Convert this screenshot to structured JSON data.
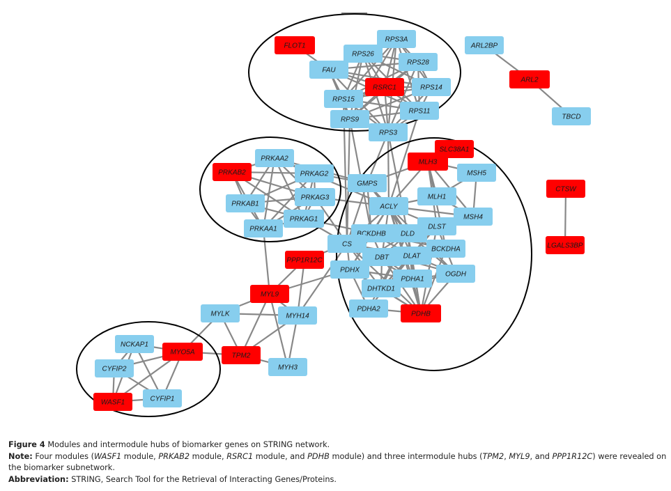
{
  "colors": {
    "hub": "#ff0000",
    "node": "#87ceee",
    "edge": "#888888",
    "module_outline": "#000000"
  },
  "network": {
    "nodes": [
      {
        "id": "FLOT1",
        "type": "hub"
      },
      {
        "id": "RPS3A",
        "type": "node"
      },
      {
        "id": "RPS26",
        "type": "node"
      },
      {
        "id": "RPS28",
        "type": "node"
      },
      {
        "id": "FAU",
        "type": "node"
      },
      {
        "id": "RSRC1",
        "type": "hub"
      },
      {
        "id": "RPS14",
        "type": "node"
      },
      {
        "id": "RPS15",
        "type": "node"
      },
      {
        "id": "RPS11",
        "type": "node"
      },
      {
        "id": "RPS9",
        "type": "node"
      },
      {
        "id": "RPS3",
        "type": "node"
      },
      {
        "id": "ARL2BP",
        "type": "node"
      },
      {
        "id": "ARL2",
        "type": "hub"
      },
      {
        "id": "TBCD",
        "type": "node"
      },
      {
        "id": "SLC38A1",
        "type": "hub"
      },
      {
        "id": "MLH3",
        "type": "hub"
      },
      {
        "id": "MSH5",
        "type": "node"
      },
      {
        "id": "PRKAA2",
        "type": "node"
      },
      {
        "id": "PRKAB2",
        "type": "hub"
      },
      {
        "id": "PRKAG2",
        "type": "node"
      },
      {
        "id": "GMPS",
        "type": "node"
      },
      {
        "id": "CTSW",
        "type": "hub"
      },
      {
        "id": "MLH1",
        "type": "node"
      },
      {
        "id": "PRKAG3",
        "type": "node"
      },
      {
        "id": "ACLY",
        "type": "node"
      },
      {
        "id": "PRKAB1",
        "type": "node"
      },
      {
        "id": "MSH4",
        "type": "node"
      },
      {
        "id": "PRKAG1",
        "type": "node"
      },
      {
        "id": "PRKAA1",
        "type": "node"
      },
      {
        "id": "DLST",
        "type": "node"
      },
      {
        "id": "BCKDHB",
        "type": "node"
      },
      {
        "id": "DLD",
        "type": "node"
      },
      {
        "id": "CS",
        "type": "node"
      },
      {
        "id": "LGALS3BP",
        "type": "hub"
      },
      {
        "id": "BCKDHA",
        "type": "node"
      },
      {
        "id": "PPP1R12C",
        "type": "hub"
      },
      {
        "id": "DBT",
        "type": "node"
      },
      {
        "id": "DLAT",
        "type": "node"
      },
      {
        "id": "PDHX",
        "type": "node"
      },
      {
        "id": "OGDH",
        "type": "node"
      },
      {
        "id": "PDHA1",
        "type": "node"
      },
      {
        "id": "MYL9",
        "type": "hub"
      },
      {
        "id": "DHTKD1",
        "type": "node"
      },
      {
        "id": "MYLK",
        "type": "node"
      },
      {
        "id": "MYH14",
        "type": "node"
      },
      {
        "id": "PDHA2",
        "type": "node"
      },
      {
        "id": "PDHB",
        "type": "hub"
      },
      {
        "id": "NCKAP1",
        "type": "node"
      },
      {
        "id": "MYO5A",
        "type": "hub"
      },
      {
        "id": "TPM2",
        "type": "hub"
      },
      {
        "id": "CYFIP2",
        "type": "node"
      },
      {
        "id": "MYH3",
        "type": "node"
      },
      {
        "id": "CYFIP1",
        "type": "node"
      },
      {
        "id": "WASF1",
        "type": "hub"
      }
    ],
    "edges": [
      [
        "FLOT1",
        "FAU"
      ],
      [
        "ARL2BP",
        "ARL2"
      ],
      [
        "ARL2",
        "TBCD"
      ],
      [
        "CTSW",
        "LGALS3BP"
      ],
      [
        "RSRC1",
        "RPS3A"
      ],
      [
        "RSRC1",
        "RPS26"
      ],
      [
        "RSRC1",
        "RPS28"
      ],
      [
        "RSRC1",
        "FAU"
      ],
      [
        "RSRC1",
        "RPS14"
      ],
      [
        "RSRC1",
        "RPS15"
      ],
      [
        "RSRC1",
        "RPS11"
      ],
      [
        "RSRC1",
        "RPS9"
      ],
      [
        "RSRC1",
        "RPS3"
      ],
      [
        "RPS3A",
        "RPS26"
      ],
      [
        "RPS3A",
        "RPS28"
      ],
      [
        "RPS3A",
        "FAU"
      ],
      [
        "RPS3A",
        "RPS14"
      ],
      [
        "RPS3A",
        "RPS15"
      ],
      [
        "RPS3A",
        "RPS11"
      ],
      [
        "RPS3A",
        "RPS9"
      ],
      [
        "RPS3A",
        "RPS3"
      ],
      [
        "RPS26",
        "RPS28"
      ],
      [
        "RPS26",
        "FAU"
      ],
      [
        "RPS26",
        "RPS14"
      ],
      [
        "RPS26",
        "RPS15"
      ],
      [
        "RPS26",
        "RPS11"
      ],
      [
        "RPS26",
        "RPS9"
      ],
      [
        "RPS26",
        "RPS3"
      ],
      [
        "RPS28",
        "FAU"
      ],
      [
        "RPS28",
        "RPS14"
      ],
      [
        "RPS28",
        "RPS15"
      ],
      [
        "RPS28",
        "RPS11"
      ],
      [
        "RPS28",
        "RPS9"
      ],
      [
        "RPS28",
        "RPS3"
      ],
      [
        "FAU",
        "RPS14"
      ],
      [
        "FAU",
        "RPS15"
      ],
      [
        "FAU",
        "RPS11"
      ],
      [
        "FAU",
        "RPS9"
      ],
      [
        "FAU",
        "RPS3"
      ],
      [
        "RPS14",
        "RPS15"
      ],
      [
        "RPS14",
        "RPS11"
      ],
      [
        "RPS14",
        "RPS9"
      ],
      [
        "RPS14",
        "RPS3"
      ],
      [
        "RPS15",
        "RPS11"
      ],
      [
        "RPS15",
        "RPS9"
      ],
      [
        "RPS15",
        "RPS3"
      ],
      [
        "RPS11",
        "RPS9"
      ],
      [
        "RPS11",
        "RPS3"
      ],
      [
        "RPS9",
        "RPS3"
      ],
      [
        "RPS3",
        "GMPS"
      ],
      [
        "RPS3",
        "ACLY"
      ],
      [
        "RPS9",
        "CS"
      ],
      [
        "RPS9",
        "BCKDHB"
      ],
      [
        "RPS11",
        "ACLY"
      ],
      [
        "RPS15",
        "CS"
      ],
      [
        "RPS3",
        "DLD"
      ],
      [
        "PRKAB2",
        "PRKAA2"
      ],
      [
        "PRKAB2",
        "PRKAG2"
      ],
      [
        "PRKAB2",
        "PRKAG3"
      ],
      [
        "PRKAB2",
        "PRKAB1"
      ],
      [
        "PRKAB2",
        "PRKAG1"
      ],
      [
        "PRKAB2",
        "PRKAA1"
      ],
      [
        "PRKAA2",
        "PRKAG2"
      ],
      [
        "PRKAA2",
        "PRKAG3"
      ],
      [
        "PRKAA2",
        "PRKAB1"
      ],
      [
        "PRKAA2",
        "PRKAG1"
      ],
      [
        "PRKAA2",
        "PRKAA1"
      ],
      [
        "PRKAG2",
        "PRKAG3"
      ],
      [
        "PRKAG2",
        "PRKAB1"
      ],
      [
        "PRKAG2",
        "PRKAG1"
      ],
      [
        "PRKAG2",
        "PRKAA1"
      ],
      [
        "PRKAG3",
        "PRKAB1"
      ],
      [
        "PRKAG3",
        "PRKAG1"
      ],
      [
        "PRKAG3",
        "PRKAA1"
      ],
      [
        "PRKAB1",
        "PRKAG1"
      ],
      [
        "PRKAB1",
        "PRKAA1"
      ],
      [
        "PRKAG1",
        "PRKAA1"
      ],
      [
        "PRKAG2",
        "GMPS"
      ],
      [
        "PRKAG3",
        "ACLY"
      ],
      [
        "PRKAG1",
        "CS"
      ],
      [
        "PRKAA2",
        "ACLY"
      ],
      [
        "PRKAG3",
        "CS"
      ],
      [
        "PRKAA1",
        "MYL9"
      ],
      [
        "PRKAG1",
        "BCKDHB"
      ],
      [
        "PRKAA2",
        "GMPS"
      ],
      [
        "MLH3",
        "MSH5"
      ],
      [
        "MLH3",
        "MLH1"
      ],
      [
        "MLH3",
        "MSH4"
      ],
      [
        "MLH3",
        "GMPS"
      ],
      [
        "MLH3",
        "ACLY"
      ],
      [
        "MLH3",
        "DLST"
      ],
      [
        "MLH3",
        "BCKDHA"
      ],
      [
        "SLC38A1",
        "MLH3"
      ],
      [
        "MSH5",
        "MLH1"
      ],
      [
        "MSH5",
        "MSH4"
      ],
      [
        "MLH1",
        "MSH4"
      ],
      [
        "MLH1",
        "ACLY"
      ],
      [
        "GMPS",
        "ACLY"
      ],
      [
        "GMPS",
        "CS"
      ],
      [
        "GMPS",
        "DLD"
      ],
      [
        "GMPS",
        "BCKDHB"
      ],
      [
        "ACLY",
        "CS"
      ],
      [
        "ACLY",
        "DLD"
      ],
      [
        "ACLY",
        "DLST"
      ],
      [
        "ACLY",
        "BCKDHB"
      ],
      [
        "ACLY",
        "DLAT"
      ],
      [
        "ACLY",
        "DBT"
      ],
      [
        "ACLY",
        "PDHA1"
      ],
      [
        "ACLY",
        "OGDH"
      ],
      [
        "ACLY",
        "PDHB"
      ],
      [
        "ACLY",
        "PDHX"
      ],
      [
        "ACLY",
        "MSH4"
      ],
      [
        "CS",
        "DLD"
      ],
      [
        "CS",
        "DLST"
      ],
      [
        "CS",
        "DBT"
      ],
      [
        "CS",
        "DLAT"
      ],
      [
        "CS",
        "PDHX"
      ],
      [
        "CS",
        "PDHA1"
      ],
      [
        "CS",
        "PDHB"
      ],
      [
        "CS",
        "OGDH"
      ],
      [
        "CS",
        "DHTKD1"
      ],
      [
        "CS",
        "PPP1R12C"
      ],
      [
        "BCKDHB",
        "DLD"
      ],
      [
        "BCKDHB",
        "BCKDHA"
      ],
      [
        "BCKDHB",
        "DBT"
      ],
      [
        "BCKDHB",
        "DLAT"
      ],
      [
        "BCKDHB",
        "PDHX"
      ],
      [
        "DLD",
        "DLST"
      ],
      [
        "DLD",
        "BCKDHA"
      ],
      [
        "DLD",
        "DBT"
      ],
      [
        "DLD",
        "DLAT"
      ],
      [
        "DLD",
        "PDHX"
      ],
      [
        "DLD",
        "OGDH"
      ],
      [
        "DLD",
        "PDHA1"
      ],
      [
        "DLD",
        "DHTKD1"
      ],
      [
        "DLD",
        "PDHB"
      ],
      [
        "DLD",
        "PDHA2"
      ],
      [
        "DLST",
        "OGDH"
      ],
      [
        "DLST",
        "DHTKD1"
      ],
      [
        "DLST",
        "DLAT"
      ],
      [
        "DLST",
        "PDHB"
      ],
      [
        "BCKDHA",
        "DBT"
      ],
      [
        "BCKDHA",
        "DLAT"
      ],
      [
        "BCKDHA",
        "PDHB"
      ],
      [
        "DBT",
        "DLAT"
      ],
      [
        "DBT",
        "PDHX"
      ],
      [
        "DBT",
        "PDHA1"
      ],
      [
        "DBT",
        "DHTKD1"
      ],
      [
        "DBT",
        "PDHB"
      ],
      [
        "DLAT",
        "PDHX"
      ],
      [
        "DLAT",
        "PDHA1"
      ],
      [
        "DLAT",
        "PDHB"
      ],
      [
        "DLAT",
        "OGDH"
      ],
      [
        "DLAT",
        "DHTKD1"
      ],
      [
        "DLAT",
        "PDHA2"
      ],
      [
        "PDHX",
        "PDHA1"
      ],
      [
        "PDHX",
        "PDHB"
      ],
      [
        "PDHX",
        "DHTKD1"
      ],
      [
        "PDHX",
        "PDHA2"
      ],
      [
        "OGDH",
        "DHTKD1"
      ],
      [
        "OGDH",
        "PDHB"
      ],
      [
        "OGDH",
        "PDHA1"
      ],
      [
        "PDHA1",
        "PDHB"
      ],
      [
        "PDHA1",
        "DHTKD1"
      ],
      [
        "PDHA2",
        "PDHB"
      ],
      [
        "DHTKD1",
        "PDHB"
      ],
      [
        "PPP1R12C",
        "MYL9"
      ],
      [
        "PPP1R12C",
        "MYH14"
      ],
      [
        "MYL9",
        "MYLK"
      ],
      [
        "MYL9",
        "MYH14"
      ],
      [
        "MYL9",
        "TPM2"
      ],
      [
        "MYL9",
        "MYH3"
      ],
      [
        "MYL9",
        "PDHX"
      ],
      [
        "MYLK",
        "MYH14"
      ],
      [
        "MYLK",
        "TPM2"
      ],
      [
        "MYLK",
        "MYO5A"
      ],
      [
        "MYH14",
        "TPM2"
      ],
      [
        "MYH14",
        "MYH3"
      ],
      [
        "MYH14",
        "CS"
      ],
      [
        "TPM2",
        "MYH3"
      ],
      [
        "TPM2",
        "MYO5A"
      ],
      [
        "NCKAP1",
        "MYO5A"
      ],
      [
        "NCKAP1",
        "CYFIP2"
      ],
      [
        "NCKAP1",
        "CYFIP1"
      ],
      [
        "NCKAP1",
        "WASF1"
      ],
      [
        "MYO5A",
        "CYFIP2"
      ],
      [
        "MYO5A",
        "CYFIP1"
      ],
      [
        "MYO5A",
        "WASF1"
      ],
      [
        "CYFIP2",
        "CYFIP1"
      ],
      [
        "CYFIP2",
        "WASF1"
      ],
      [
        "CYFIP1",
        "WASF1"
      ]
    ],
    "modules": [
      "WASF1 module",
      "PRKAB2 module",
      "RSRC1 module",
      "PDHB module"
    ]
  },
  "caption": {
    "figure_label": "Figure 4",
    "title": "Modules and intermodule hubs of biomarker genes on STRING network.",
    "note_label": "Note:",
    "note_parts": [
      {
        "text": "Four modules (",
        "italic": false
      },
      {
        "text": "WASF1",
        "italic": true
      },
      {
        "text": " module, ",
        "italic": false
      },
      {
        "text": "PRKAB2",
        "italic": true
      },
      {
        "text": " module, ",
        "italic": false
      },
      {
        "text": "RSRC1",
        "italic": true
      },
      {
        "text": " module, and ",
        "italic": false
      },
      {
        "text": "PDHB",
        "italic": true
      },
      {
        "text": " module) and three intermodule hubs (",
        "italic": false
      },
      {
        "text": "TPM2",
        "italic": true
      },
      {
        "text": ", ",
        "italic": false
      },
      {
        "text": "MYL9",
        "italic": true
      },
      {
        "text": ", and ",
        "italic": false
      },
      {
        "text": "PPP1R12C",
        "italic": true
      },
      {
        "text": ") were revealed on the biomarker subnetwork.",
        "italic": false
      }
    ],
    "abbreviation_label": "Abbreviation:",
    "abbreviation_text": "STRING, Search Tool for the Retrieval of Interacting Genes/Proteins."
  }
}
